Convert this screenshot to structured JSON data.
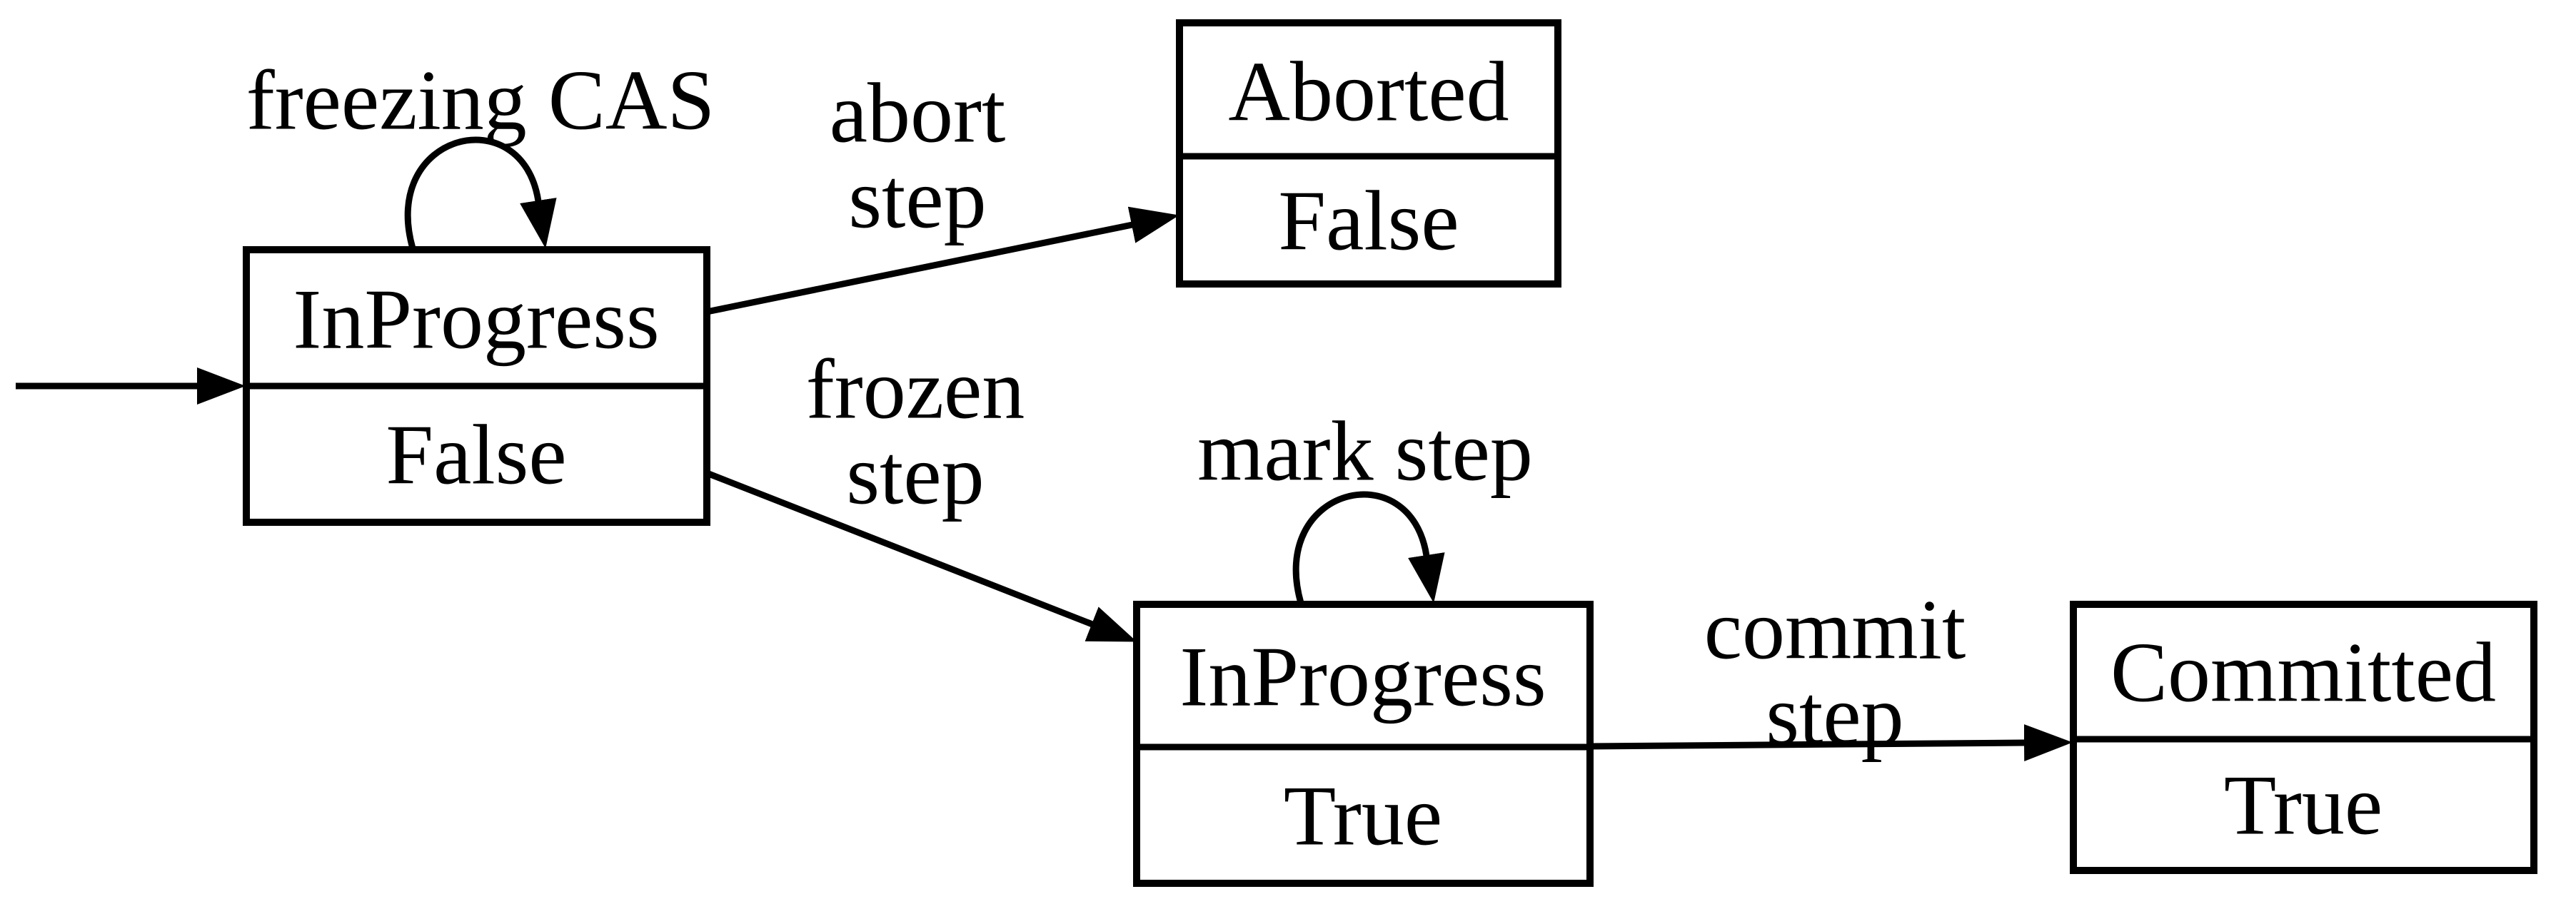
{
  "diagram": {
    "type": "state-machine",
    "background_color": "#ffffff",
    "line_color": "#000000",
    "nodes": [
      {
        "id": "inprogress-false",
        "title": "InProgress",
        "value": "False"
      },
      {
        "id": "aborted-false",
        "title": "Aborted",
        "value": "False"
      },
      {
        "id": "inprogress-true",
        "title": "InProgress",
        "value": "True"
      },
      {
        "id": "committed-true",
        "title": "Committed",
        "value": "True"
      }
    ],
    "edges": {
      "freezing_cas": {
        "label": "freezing CAS",
        "type": "self-loop",
        "from": "inprogress-false",
        "to": "inprogress-false"
      },
      "abort_step": {
        "line1": "abort",
        "line2": "step",
        "type": "transition",
        "from": "inprogress-false",
        "to": "aborted-false"
      },
      "frozen_step": {
        "line1": "frozen",
        "line2": "step",
        "type": "transition",
        "from": "inprogress-false",
        "to": "inprogress-true"
      },
      "mark_step": {
        "label": "mark step",
        "type": "self-loop",
        "from": "inprogress-true",
        "to": "inprogress-true"
      },
      "commit_step": {
        "line1": "commit",
        "line2": "step",
        "type": "transition",
        "from": "inprogress-true",
        "to": "committed-true"
      },
      "initial": {
        "type": "initial-arrow",
        "to": "inprogress-false"
      }
    }
  }
}
